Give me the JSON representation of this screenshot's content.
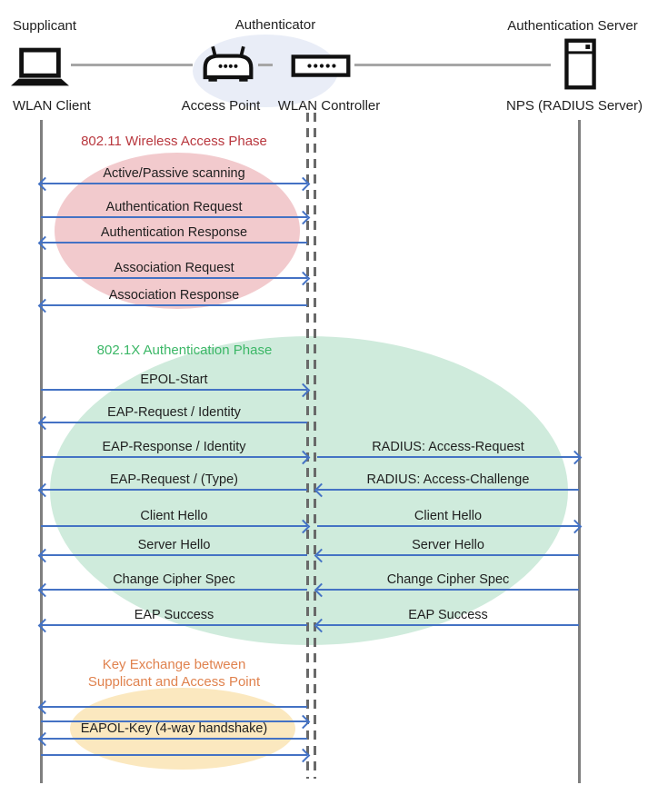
{
  "header": {
    "roles": [
      {
        "label": "Supplicant"
      },
      {
        "label": "Authenticator"
      },
      {
        "label": "Authentication Server"
      }
    ],
    "nodes": [
      {
        "label": "WLAN Client",
        "icon": "laptop-icon"
      },
      {
        "label": "Access Point",
        "icon": "access-point-icon"
      },
      {
        "label": "WLAN Controller",
        "icon": "wlan-controller-icon"
      },
      {
        "label": "NPS (RADIUS Server)",
        "icon": "server-icon"
      }
    ]
  },
  "phases": [
    {
      "title": "802.11 Wireless Access Phase",
      "title_color": "#b9383f",
      "fill": "#f2cacd"
    },
    {
      "title": "802.1X Authentication Phase",
      "title_color": "#3bb766",
      "fill": "#cfebdc"
    },
    {
      "title": "Key Exchange between\nSupplicant and Access Point",
      "title_color": "#e0824e",
      "fill": "#fbe8bf"
    }
  ],
  "authenticator_group_fill": "#e9edf7",
  "messages": [
    {
      "label": "Active/Passive scanning",
      "span": "client-controller",
      "direction": "both"
    },
    {
      "label": "Authentication Request",
      "span": "client-controller",
      "direction": "right"
    },
    {
      "label": "Authentication Response",
      "span": "client-controller",
      "direction": "left"
    },
    {
      "label": "Association Request",
      "span": "client-controller",
      "direction": "right"
    },
    {
      "label": "Association Response",
      "span": "client-controller",
      "direction": "left"
    },
    {
      "label": "EPOL-Start",
      "span": "client-controller",
      "direction": "right"
    },
    {
      "label": "EAP-Request / Identity",
      "span": "client-controller",
      "direction": "left"
    },
    {
      "label": "EAP-Response / Identity",
      "span": "client-controller",
      "direction": "right"
    },
    {
      "label": "RADIUS: Access-Request",
      "span": "controller-server",
      "direction": "right"
    },
    {
      "label": "EAP-Request / (Type)",
      "span": "client-controller",
      "direction": "left"
    },
    {
      "label": "RADIUS: Access-Challenge",
      "span": "controller-server",
      "direction": "left"
    },
    {
      "label": "Client Hello",
      "span": "client-controller",
      "direction": "right"
    },
    {
      "label": "Client Hello",
      "span": "controller-server",
      "direction": "right"
    },
    {
      "label": "Server Hello",
      "span": "client-controller",
      "direction": "left"
    },
    {
      "label": "Server Hello",
      "span": "controller-server",
      "direction": "left"
    },
    {
      "label": "Change Cipher Spec",
      "span": "client-controller",
      "direction": "left"
    },
    {
      "label": "Change Cipher Spec",
      "span": "controller-server",
      "direction": "left"
    },
    {
      "label": "EAP Success",
      "span": "client-controller",
      "direction": "left"
    },
    {
      "label": "EAP Success",
      "span": "controller-server",
      "direction": "left"
    },
    {
      "label": "",
      "span": "client-controller",
      "direction": "left"
    },
    {
      "label": "",
      "span": "client-controller",
      "direction": "right"
    },
    {
      "label": "EAPOL-Key (4-way handshake)",
      "span": "client-controller",
      "direction": "left"
    },
    {
      "label": "",
      "span": "client-controller",
      "direction": "right"
    }
  ],
  "colors": {
    "arrow": "#4472c4",
    "lifeline": "#7f7f7f",
    "dash": "#696969",
    "connector": "#a6a6a6",
    "text": "#1f1f1f"
  }
}
